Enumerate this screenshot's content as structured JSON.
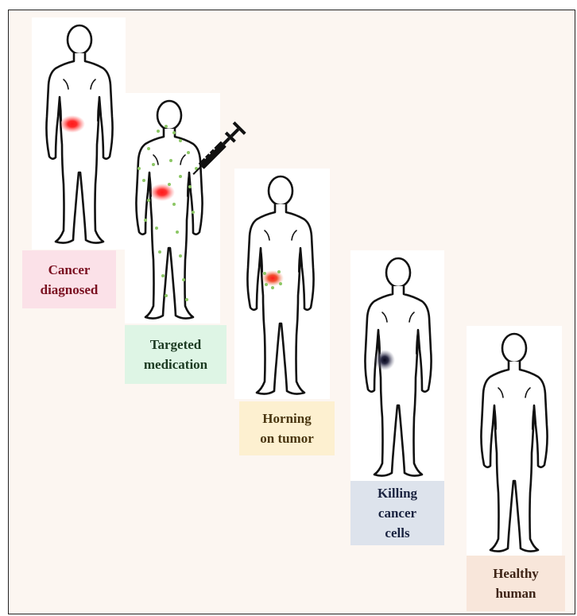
{
  "steps": [
    {
      "id": "cancer-diagnosed",
      "lines": [
        "Cancer",
        "diagnosed"
      ],
      "bg": "#fbe1e8",
      "fg": "#7a1020"
    },
    {
      "id": "targeted-medication",
      "lines": [
        "Targeted",
        "medication"
      ],
      "bg": "#def5e5",
      "fg": "#1c3a22"
    },
    {
      "id": "horning-on-tumor",
      "lines": [
        "Horning",
        "on tumor"
      ],
      "bg": "#fdf0d0",
      "fg": "#4a3610"
    },
    {
      "id": "killing-cancer-cells",
      "lines": [
        "Killing",
        "cancer",
        "cells"
      ],
      "bg": "#dde3ec",
      "fg": "#1a2340"
    },
    {
      "id": "healthy-human",
      "lines": [
        "Healthy",
        "human"
      ],
      "bg": "#f8e6da",
      "fg": "#3e2416"
    }
  ],
  "colors": {
    "tumor": "#ff2a2a",
    "medication_dots": "#8cc765",
    "dead_cell": "#1a1a30",
    "outline": "#111111"
  },
  "icons": {
    "syringe": "syringe-icon"
  }
}
